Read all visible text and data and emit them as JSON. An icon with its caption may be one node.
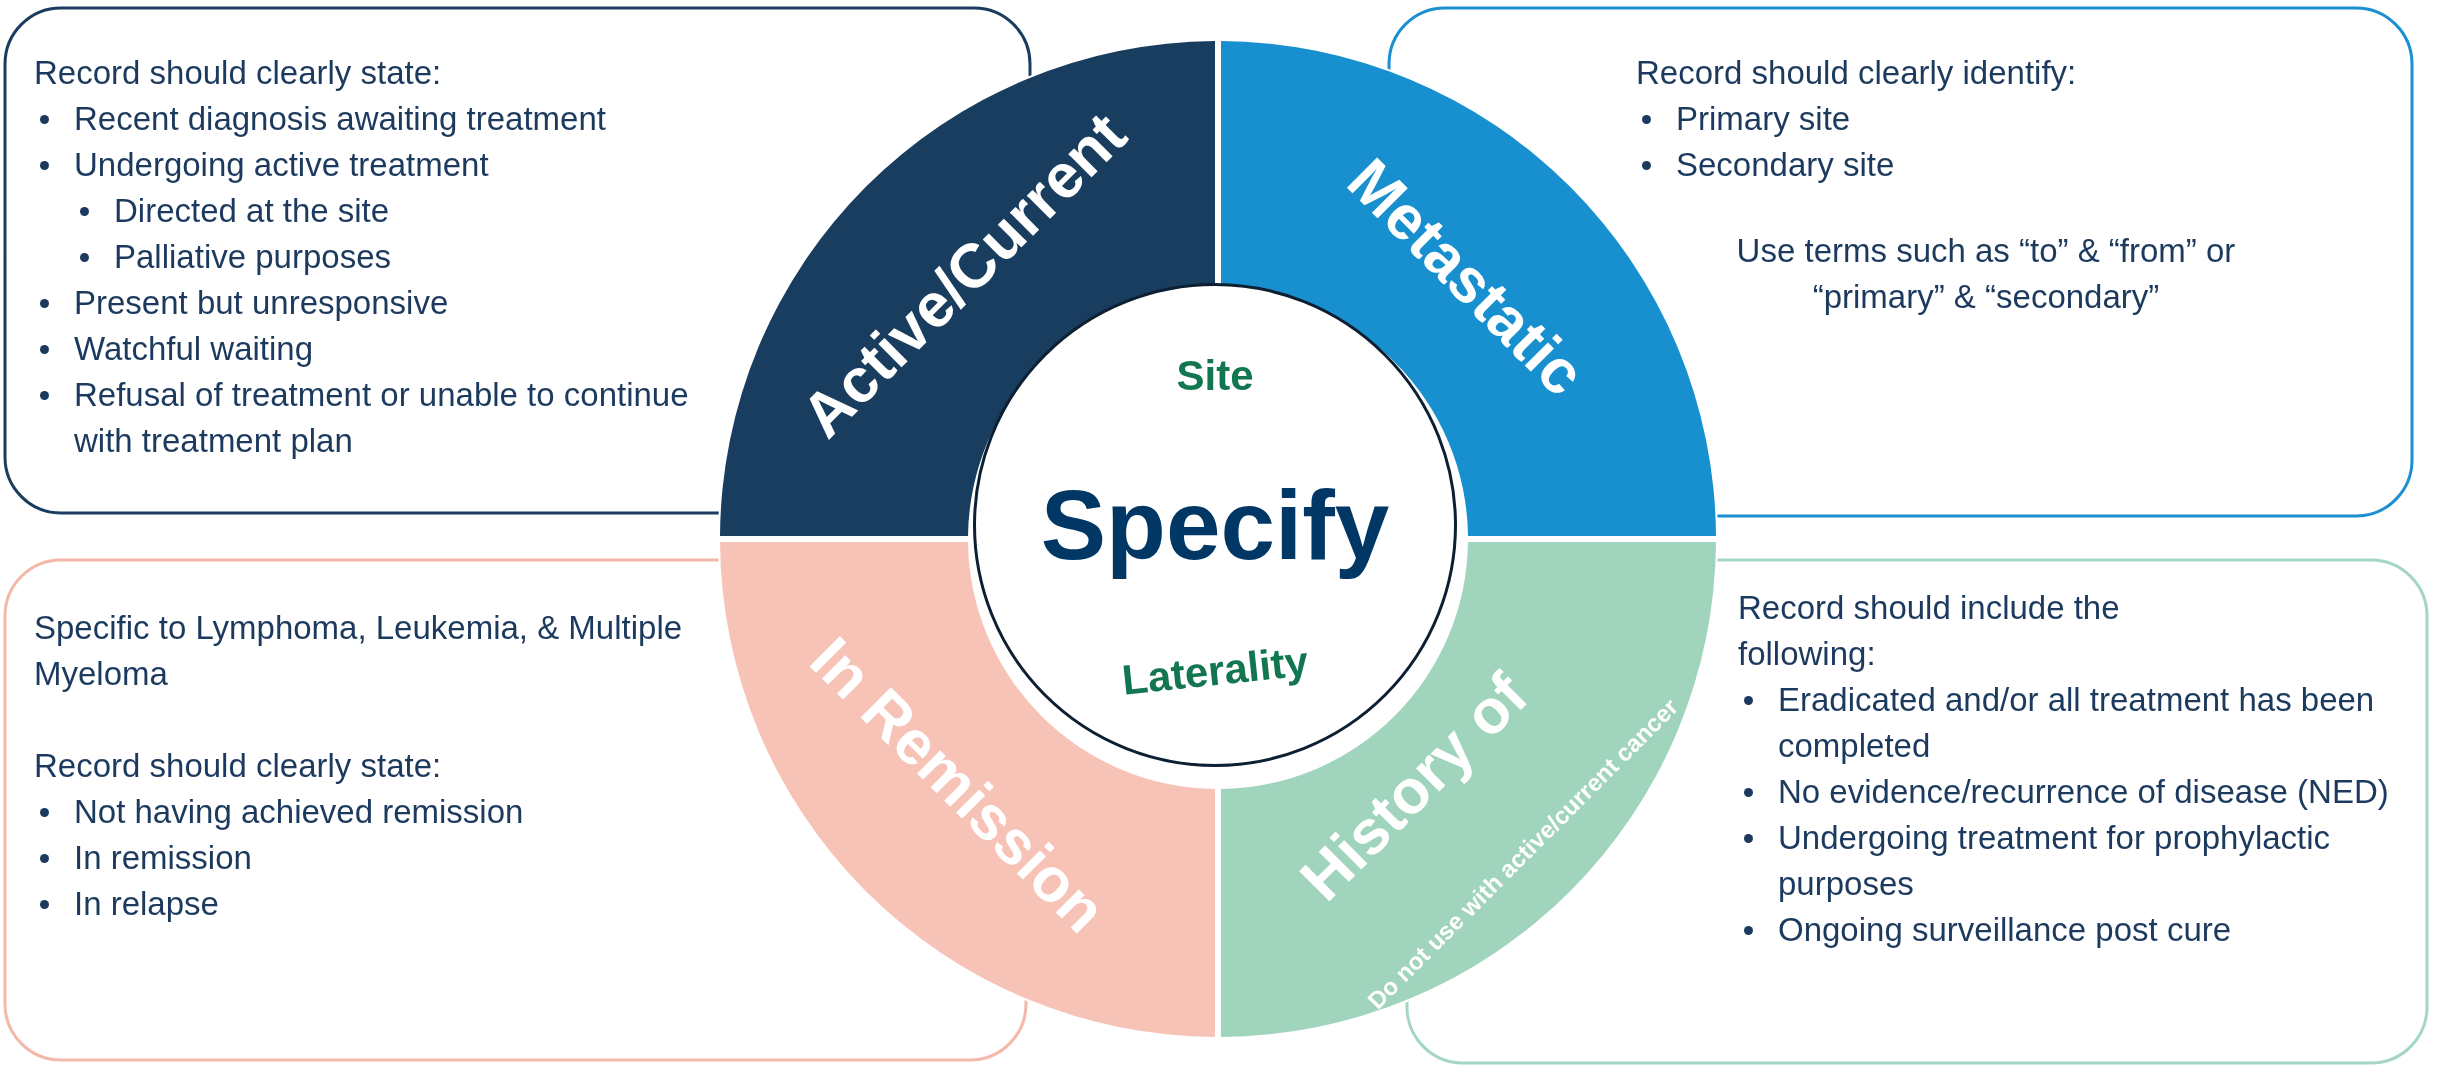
{
  "diagram": {
    "nodes": [
      {
        "text": [
          "Record should clearly state:",
          "Recent diagnosis awaiting treatment",
          "Undergoing active treatment",
          "Directed at the site",
          "Palliative purposes",
          "Present but unresponsive",
          "Watchful waiting",
          "Refusal of treatment or unable to continue with treatment plan"
        ]
      },
      {
        "text": [
          "Record should clearly identify:",
          "Primary site",
          "Secondary site",
          "Use terms such as “to” & “from” or “primary” & “secondary”"
        ]
      },
      {
        "text": [
          "Active/Current"
        ]
      },
      {
        "text": [
          "Metastatic"
        ]
      },
      {
        "text": [
          "Site",
          "Specify",
          "Laterality"
        ]
      },
      {
        "text": [
          "In Remission"
        ]
      },
      {
        "text": [
          "History of",
          "Do not use with active/current cancer"
        ]
      },
      {
        "text": [
          "Specific to Lymphoma, Leukemia, & Multiple Myeloma",
          "Record should clearly state:",
          "Not having achieved remission",
          "In remission",
          "In relapse"
        ]
      },
      {
        "text": [
          "Record should include the following:",
          "Eradicated and/or all treatment has been completed",
          "No evidence/recurrence of disease (NED)",
          "Undergoing treatment for prophylactic purposes",
          "Ongoing surveillance post cure"
        ]
      }
    ]
  }
}
